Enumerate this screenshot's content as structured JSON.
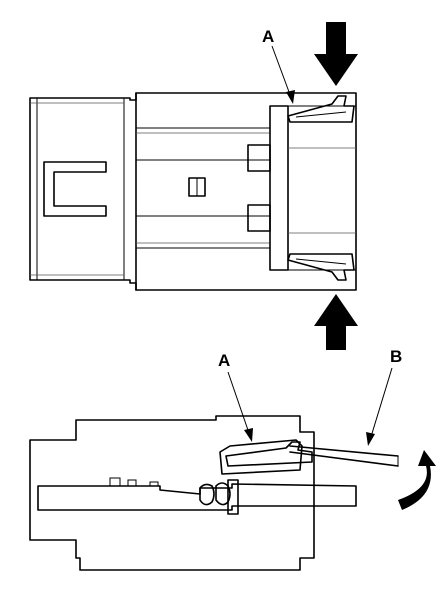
{
  "labels": {
    "top_a": "A",
    "bottom_a": "A",
    "bottom_b": "B"
  },
  "icons": {
    "push_down": "arrow-down-icon",
    "push_up": "arrow-up-icon",
    "release_lift": "curved-arrow-up-icon"
  },
  "colors": {
    "line": "#000000",
    "background": "#ffffff"
  }
}
